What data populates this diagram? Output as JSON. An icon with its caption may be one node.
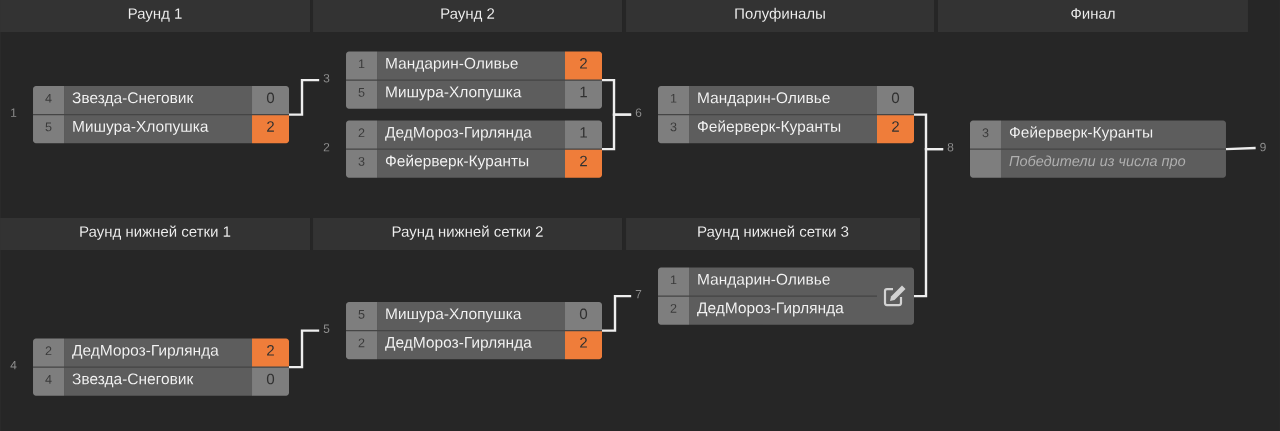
{
  "diagram": {
    "nodes": [
      {
        "text": [
          "Раунд 1"
        ]
      },
      {
        "text": [
          "Раунд 2"
        ]
      },
      {
        "text": [
          "Полуфиналы"
        ]
      },
      {
        "text": [
          "Финал"
        ]
      },
      {
        "text": [
          "4",
          "Звезда-Снеговик",
          "0",
          "5",
          "Мишура-Хлопушка",
          "2"
        ],
        "beside": [
          "1"
        ]
      },
      {
        "text": [
          "1",
          "Мандарин-Оливье",
          "2",
          "5",
          "Мишура-Хлопушка",
          "1"
        ],
        "beside": [
          "3"
        ]
      },
      {
        "text": [
          "2",
          "ДедМороз-Гирлянда",
          "1",
          "3",
          "Фейерверк-Куранты",
          "2"
        ],
        "beside": [
          "2"
        ]
      },
      {
        "text": [
          "1",
          "Мандарин-Оливье",
          "0",
          "3",
          "Фейерверк-Куранты",
          "2"
        ],
        "beside": [
          "6"
        ]
      },
      {
        "text": [
          "3",
          "Фейерверк-Куранты",
          "Победители из числа про"
        ],
        "beside": [
          "8"
        ]
      },
      {
        "text": [
          "9"
        ]
      },
      {
        "text": [
          "Раунд нижней сетки 1"
        ]
      },
      {
        "text": [
          "Раунд нижней сетки 2"
        ]
      },
      {
        "text": [
          "Раунд нижней сетки 3"
        ]
      },
      {
        "text": [
          "2",
          "ДедМороз-Гирлянда",
          "2",
          "4",
          "Звезда-Снеговик",
          "0"
        ],
        "beside": [
          "4"
        ]
      },
      {
        "text": [
          "5",
          "Мишура-Хлопушка",
          "0",
          "2",
          "ДедМороз-Гирлянда",
          "2"
        ],
        "beside": [
          "5"
        ]
      },
      {
        "text": [
          "1",
          "Мандарин-Оливье",
          "2",
          "ДедМороз-Гирлянда"
        ],
        "beside": [
          "7"
        ]
      }
    ],
    "edges": [
      {
        "from": 4,
        "to": 5,
        "arrow": "none"
      },
      {
        "from": 5,
        "to": 7,
        "arrow": "none"
      },
      {
        "from": 6,
        "to": 7,
        "arrow": "none"
      },
      {
        "from": 7,
        "to": 8,
        "arrow": "none"
      },
      {
        "from": 15,
        "to": 8,
        "arrow": "none"
      },
      {
        "from": 8,
        "to": 9,
        "arrow": "none"
      },
      {
        "from": 13,
        "to": 14,
        "arrow": "none"
      },
      {
        "from": 14,
        "to": 15,
        "arrow": "none"
      }
    ]
  }
}
